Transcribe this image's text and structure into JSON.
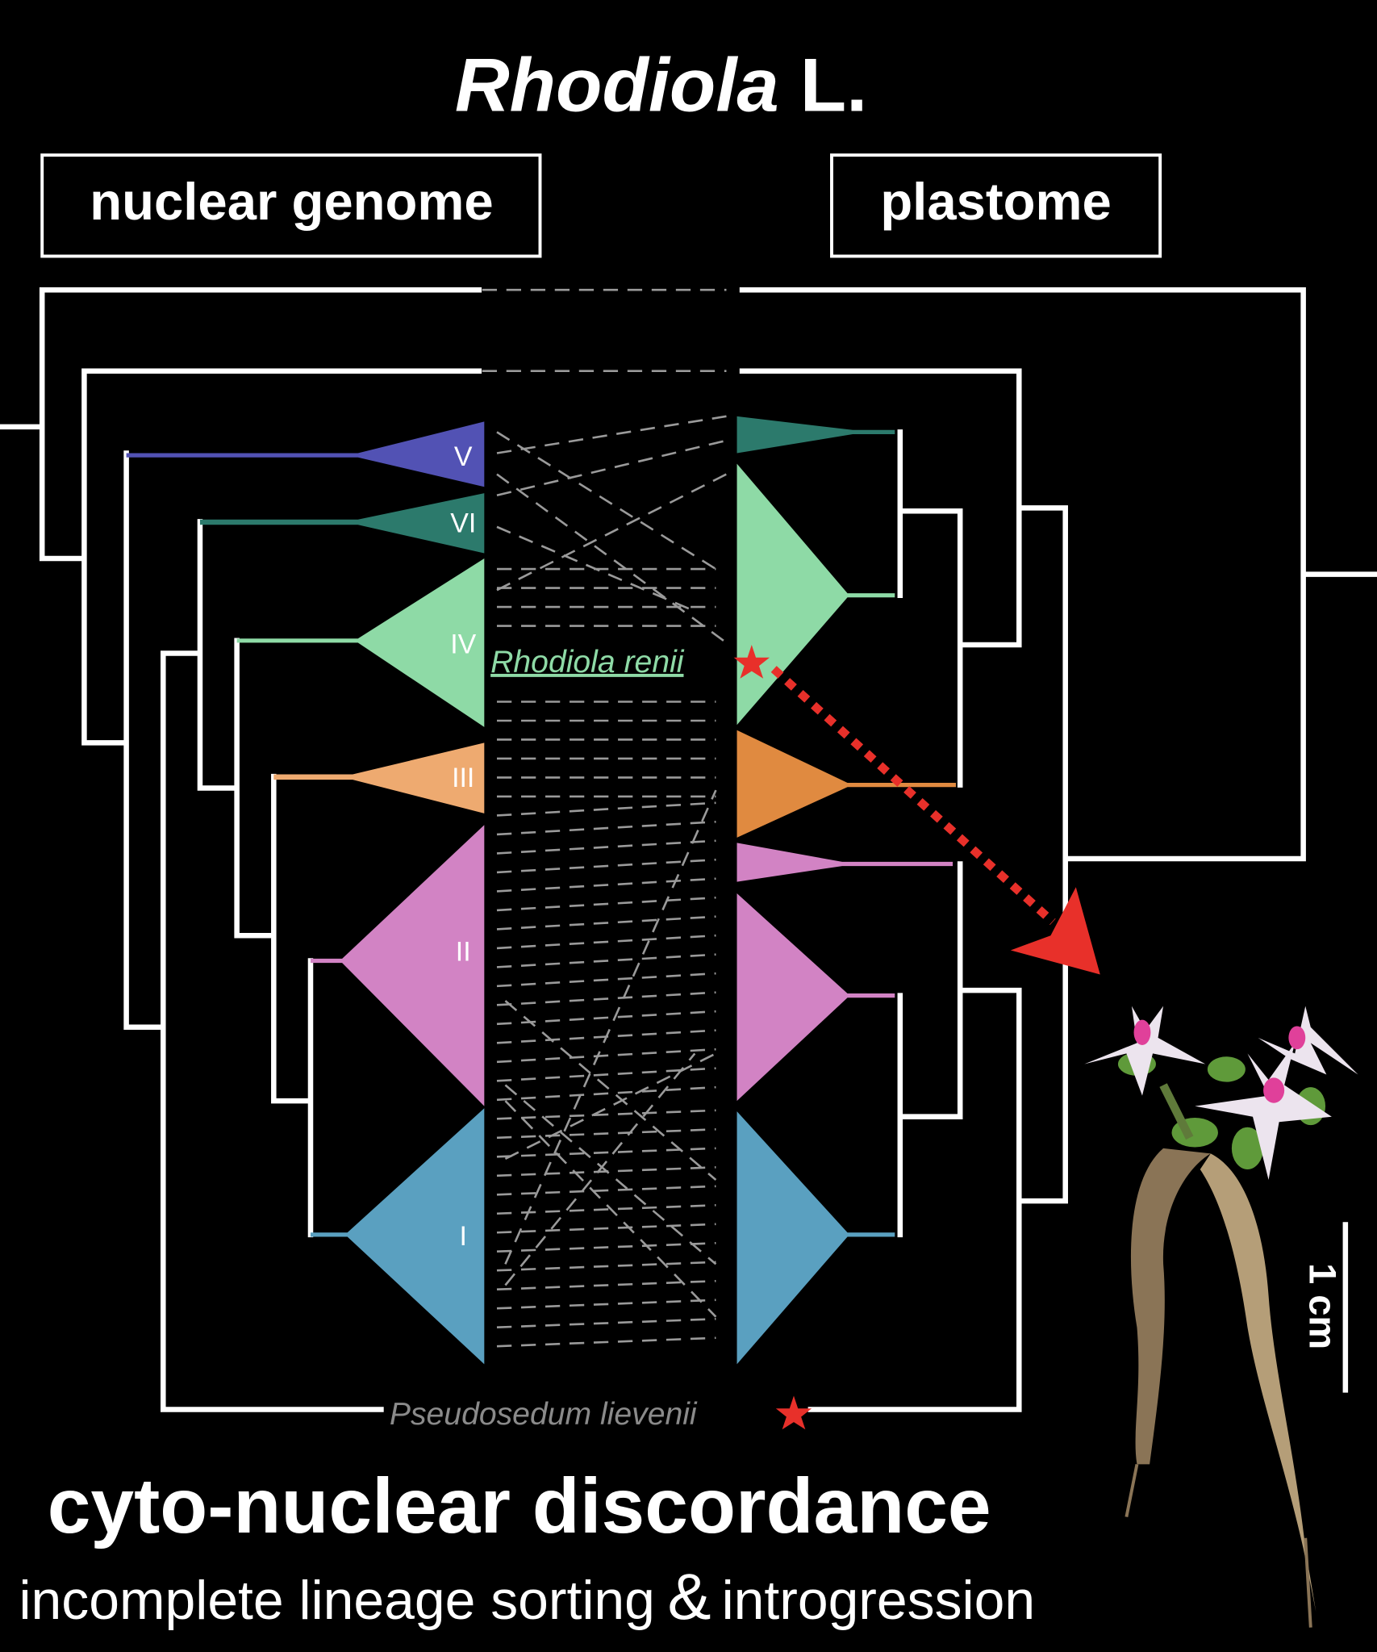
{
  "title": {
    "genus": "Rhodiola",
    "suffix": " L."
  },
  "panels": {
    "left": "nuclear genome",
    "right": "plastome"
  },
  "clades": [
    "V",
    "VI",
    "IV",
    "III",
    "II",
    "I"
  ],
  "species": {
    "highlight": "Rhodiola renii",
    "outgroup": "Pseudosedum lievenii"
  },
  "scale_bar": "1 cm",
  "footer": {
    "headline": "cyto-nuclear discordance",
    "subtitle_a": "incomplete lineage sorting",
    "amp": "&",
    "subtitle_b": "introgression"
  },
  "colors": {
    "V": "#5252b4",
    "VI": "#2c7a6c",
    "IV": "#8edaa6",
    "III_left": "#eeaa70",
    "III_right": "#e08a40",
    "II": "#d283c4",
    "I": "#5aa0c0",
    "star": "#e8302a"
  }
}
